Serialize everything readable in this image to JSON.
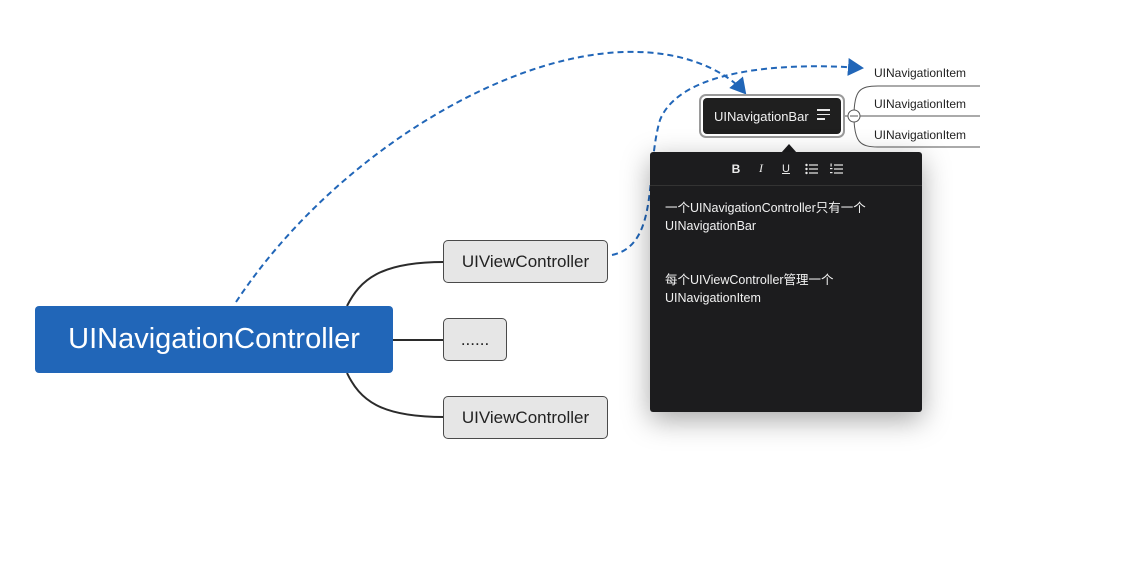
{
  "root": {
    "label": "UINavigationController"
  },
  "children": [
    {
      "label": "UIViewController"
    },
    {
      "label": "......"
    },
    {
      "label": "UIViewController"
    }
  ],
  "nav_bar": {
    "label": "UINavigationBar",
    "note_icon": "note-lines-icon",
    "collapse_icon": "collapse-minus-icon"
  },
  "nav_items": [
    {
      "label": "UINavigationItem"
    },
    {
      "label": "UINavigationItem"
    },
    {
      "label": "UINavigationItem"
    }
  ],
  "note": {
    "toolbar": {
      "bold": "B",
      "italic": "I",
      "underline": "U",
      "bullet_list_icon": "bullet-list-icon",
      "numbered_list_icon": "numbered-list-icon"
    },
    "paragraphs": [
      "一个UINavigationController只有一个UINavigationBar",
      "每个UIViewController管理一个UINavigationItem"
    ]
  },
  "colors": {
    "root_fill": "#2166b8",
    "relationship_line": "#2166b8",
    "note_background": "#1c1c1e",
    "child_fill": "#e6e6e6"
  }
}
